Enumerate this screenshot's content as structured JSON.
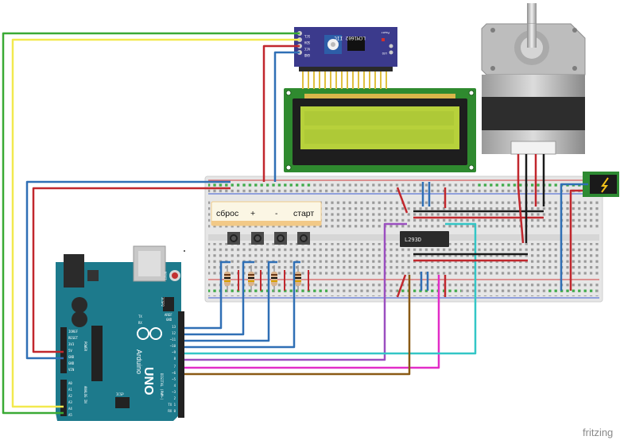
{
  "i2c_module": {
    "chip_label": "LCM1602 IIC",
    "pins": [
      "SCL",
      "SDA",
      "VCC",
      "GND"
    ],
    "power_label": "Power",
    "led_label": "LED"
  },
  "board_label": {
    "reset": "сброс",
    "plus": "+",
    "minus": "-",
    "start": "старт"
  },
  "driver_chip": {
    "label": "L293D"
  },
  "arduino": {
    "brand": "Arduino",
    "model": "UNO",
    "icsp_label": "ICSP",
    "icsp2_label": "ICSP2",
    "reset_label": "RESET",
    "aref_label": "AREF",
    "gnd_label": "GND",
    "tx_label": "TX",
    "rx_label": "RX",
    "power_pins": [
      "IOREF",
      "RESET",
      "3V3",
      "5V",
      "GND",
      "GND",
      "VIN"
    ],
    "analog_pins": [
      "A0",
      "A1",
      "A2",
      "A3",
      "A4",
      "A5"
    ],
    "digital_pins": [
      "13",
      "12",
      "~11",
      "~10",
      "~9",
      "8",
      "7",
      "~6",
      "~5",
      "4",
      "~3",
      "2",
      "TX 1",
      "RX 0"
    ],
    "digital_header": "DIGITAL (PWM~)",
    "analog_header": "ANALOG IN",
    "power_header": "POWER"
  },
  "watermark": "fritzing",
  "colors": {
    "wire_green": "#3aaa35",
    "wire_yellow": "#f2e94e",
    "wire_red": "#c1272d",
    "wire_blue": "#2f6fb5",
    "wire_black": "#1a1a1a",
    "wire_purple": "#9b4fc0",
    "wire_magenta": "#e22dc8",
    "wire_cyan": "#33c6c6",
    "wire_brown": "#8a5a14",
    "lcd_bezel": "#2f8a2f",
    "lcd_screen": "#b7d13b",
    "arduino_board": "#1d7a8c",
    "i2c_board": "#3b3a8c",
    "breadboard": "#e9e9e9"
  }
}
